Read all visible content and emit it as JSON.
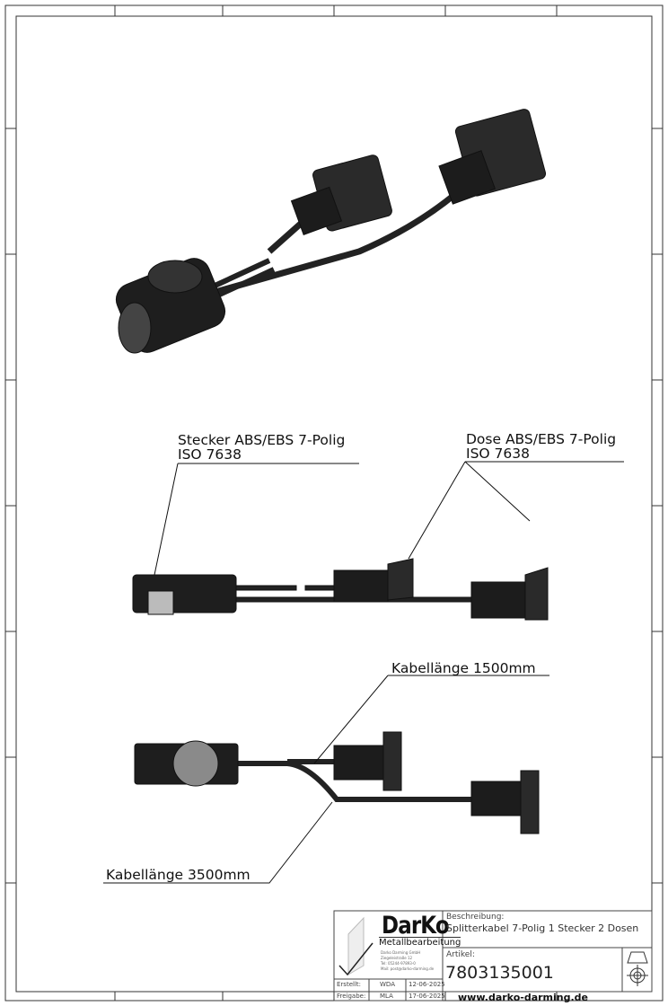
{
  "callouts": {
    "plug": {
      "line1": "Stecker ABS/EBS 7-Polig",
      "line2": "ISO 7638"
    },
    "socket": {
      "line1": "Dose ABS/EBS 7-Polig",
      "line2": "ISO 7638"
    },
    "cable_short": "Kabellänge 1500mm",
    "cable_long": "Kabellänge 3500mm"
  },
  "title_block": {
    "logo": {
      "brand": "DarKo",
      "subtitle": "Metallbearbeitung"
    },
    "address": [
      "Darko Darming GmbH",
      "Ziegeleistraße 12",
      "Tel: 05244-97893-0",
      "Mail: post@darko-darming.de"
    ],
    "description_label": "Beschreibung:",
    "description": "Splitterkabel 7-Polig 1 Stecker 2 Dosen",
    "article_label": "Artikel:",
    "article": "7803135001",
    "created_label": "Erstellt:",
    "created_by": "WDA",
    "created_date": "12-06-2025",
    "approved_label": "Freigabe:",
    "approved_by": "MLA",
    "approved_date": "17-06-2025",
    "website": "www.darko-darming.de"
  }
}
